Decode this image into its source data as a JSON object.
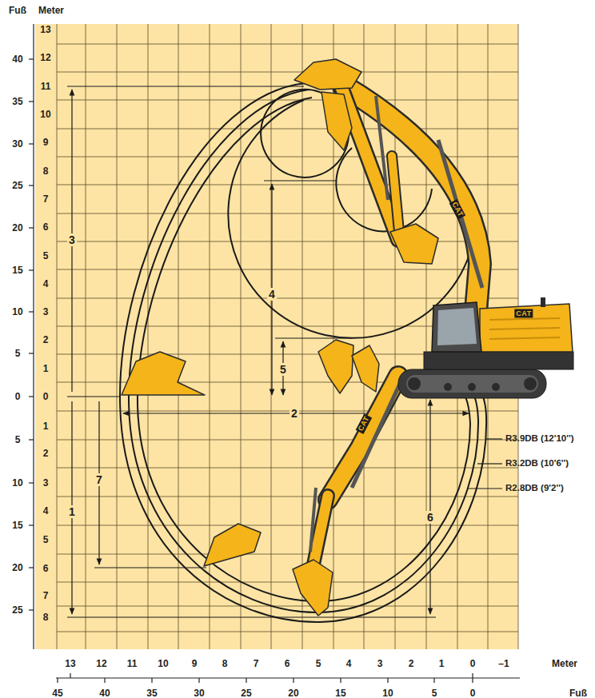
{
  "diagram": {
    "labels": [
      "Fuß",
      "Meter",
      "13",
      "12",
      "11",
      "10",
      "9",
      "8",
      "7",
      "6",
      "5",
      "4",
      "3",
      "2",
      "1",
      "0",
      "1",
      "2",
      "3",
      "4",
      "5",
      "6",
      "7",
      "8",
      "40",
      "35",
      "30",
      "25",
      "20",
      "15",
      "10",
      "5",
      "0",
      "5",
      "10",
      "15",
      "20",
      "25",
      "13",
      "12",
      "11",
      "10",
      "9",
      "8",
      "7",
      "6",
      "5",
      "4",
      "3",
      "2",
      "1",
      "0",
      "–1",
      "Meter",
      "45",
      "40",
      "35",
      "30",
      "25",
      "20",
      "15",
      "10",
      "5",
      "0",
      "Fuß",
      "3",
      "4",
      "5",
      "2",
      "1",
      "7",
      "6",
      "R3.9DB (12'10'')",
      "R3.2DB (10'6'')",
      "R2.8DB (9'2'')",
      "CAT",
      "CAT",
      "CAT"
    ]
  }
}
